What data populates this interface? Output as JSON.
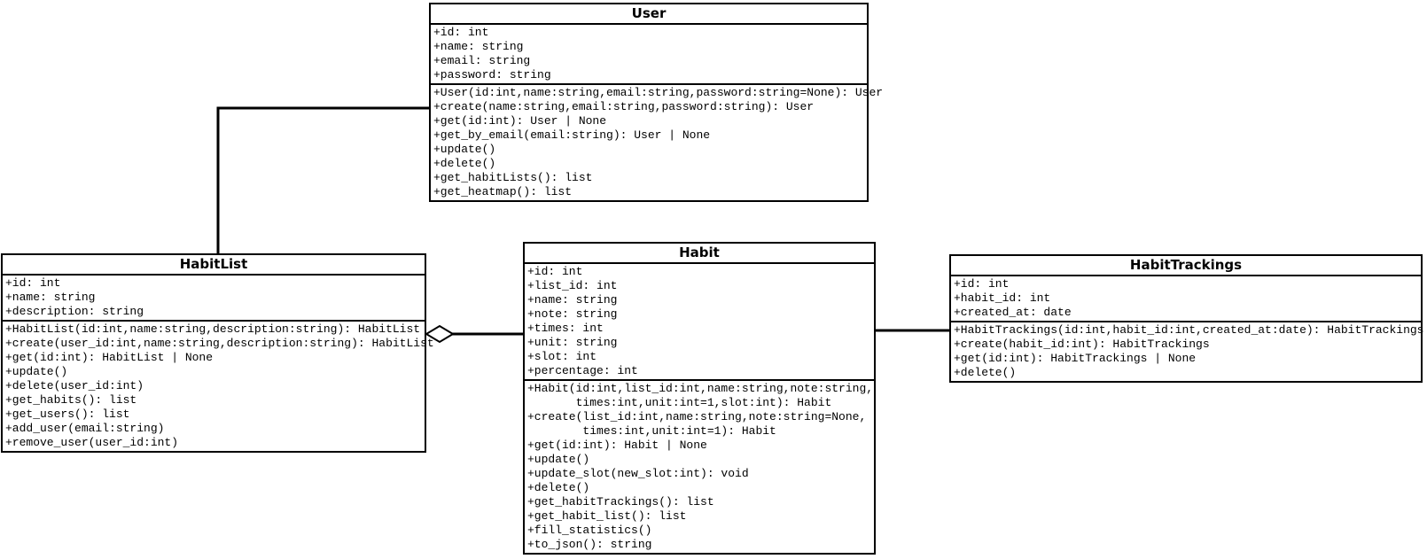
{
  "diagram": {
    "type": "uml-class-diagram",
    "background_color": "#ffffff",
    "line_color": "#000000",
    "box_fill_color": "#ffffff",
    "classes": [
      {
        "name": "User",
        "attributes": [
          "+id: int",
          "+name: string",
          "+email: string",
          "+password: string"
        ],
        "methods": [
          "+User(id:int,name:string,email:string,password:string=None): User",
          "+create(name:string,email:string,password:string): User",
          "+get(id:int): User | None",
          "+get_by_email(email:string): User | None",
          "+update()",
          "+delete()",
          "+get_habitLists(): list",
          "+get_heatmap(): list"
        ]
      },
      {
        "name": "HabitList",
        "attributes": [
          "+id: int",
          "+name: string",
          "+description: string"
        ],
        "methods": [
          "+HabitList(id:int,name:string,description:string): HabitList",
          "+create(user_id:int,name:string,description:string): HabitList",
          "+get(id:int): HabitList | None",
          "+update()",
          "+delete(user_id:int)",
          "+get_habits(): list",
          "+get_users(): list",
          "+add_user(email:string)",
          "+remove_user(user_id:int)"
        ]
      },
      {
        "name": "Habit",
        "attributes": [
          "+id: int",
          "+list_id: int",
          "+name: string",
          "+note: string",
          "+times: int",
          "+unit: string",
          "+slot: int",
          "+percentage: int"
        ],
        "methods": [
          "+Habit(id:int,list_id:int,name:string,note:string,",
          "       times:int,unit:int=1,slot:int): Habit",
          "+create(list_id:int,name:string,note:string=None,",
          "        times:int,unit:int=1): Habit",
          "+get(id:int): Habit | None",
          "+update()",
          "+update_slot(new_slot:int): void",
          "+delete()",
          "+get_habitTrackings(): list",
          "+get_habit_list(): list",
          "+fill_statistics()",
          "+to_json(): string"
        ]
      },
      {
        "name": "HabitTrackings",
        "attributes": [
          "+id: int",
          "+habit_id: int",
          "+created_at: date"
        ],
        "methods": [
          "+HabitTrackings(id:int,habit_id:int,created_at:date): HabitTrackings",
          "+create(habit_id:int): HabitTrackings",
          "+get(id:int): HabitTrackings | None",
          "+delete()"
        ]
      }
    ],
    "relationships": [
      {
        "from": "User",
        "to": "HabitList",
        "type": "association"
      },
      {
        "from": "HabitList",
        "to": "Habit",
        "type": "aggregation",
        "diamond_end": "HabitList"
      },
      {
        "from": "Habit",
        "to": "HabitTrackings",
        "type": "association"
      }
    ]
  }
}
